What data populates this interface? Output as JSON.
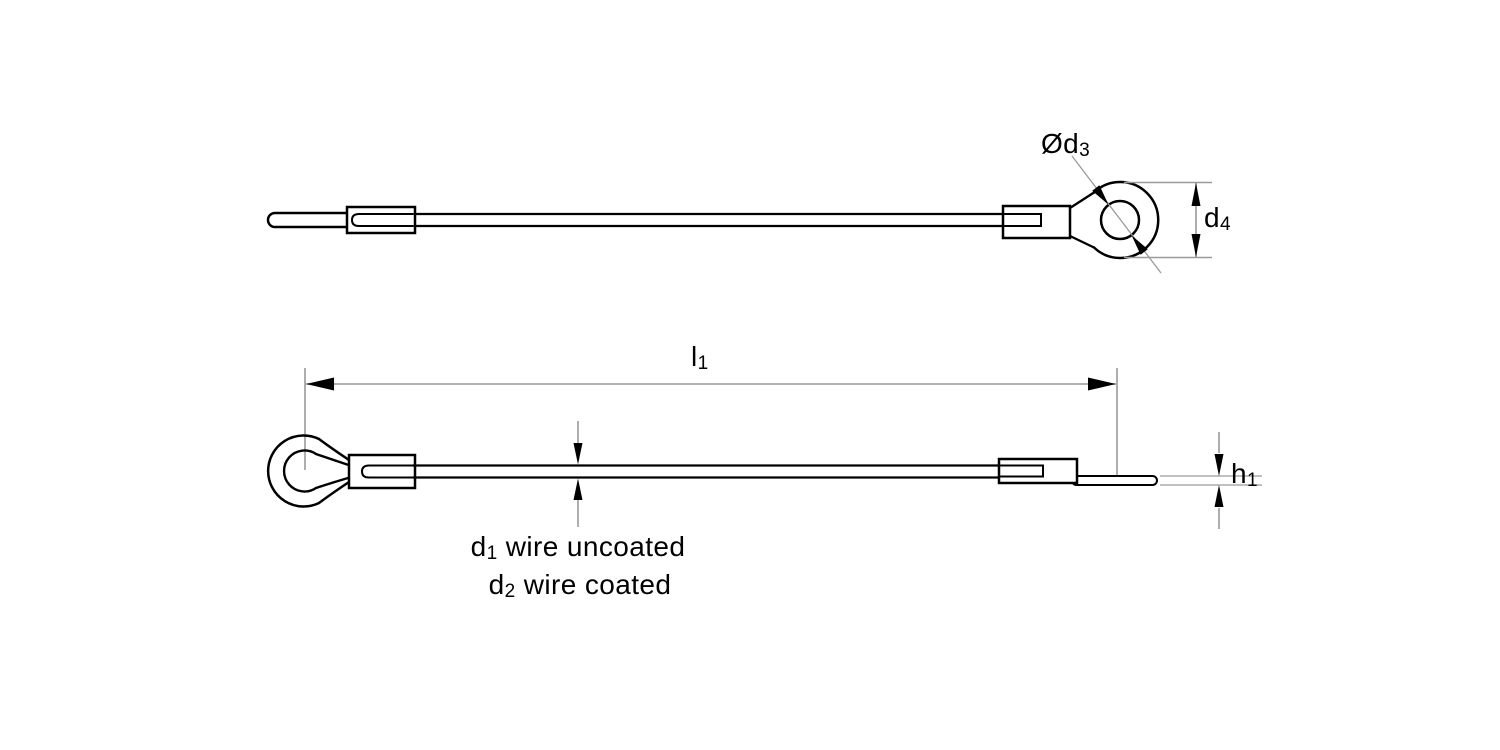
{
  "colors": {
    "background": "#ffffff",
    "outline": "#000000",
    "dimension_line": "#9a9a9a",
    "arrowhead": "#000000",
    "text": "#000000"
  },
  "labels": {
    "dia_d3": {
      "base": "Ød",
      "sub": "3"
    },
    "d4": {
      "base": "d",
      "sub": "4"
    },
    "l1": {
      "base": "l",
      "sub": "1"
    },
    "h1": {
      "base": "h",
      "sub": "1"
    },
    "d1_wire_uncoated": {
      "base": "d",
      "sub": "1",
      "rest": " wire uncoated"
    },
    "d2_wire_coated": {
      "base": "d",
      "sub": "2",
      "rest": " wire coated"
    }
  }
}
